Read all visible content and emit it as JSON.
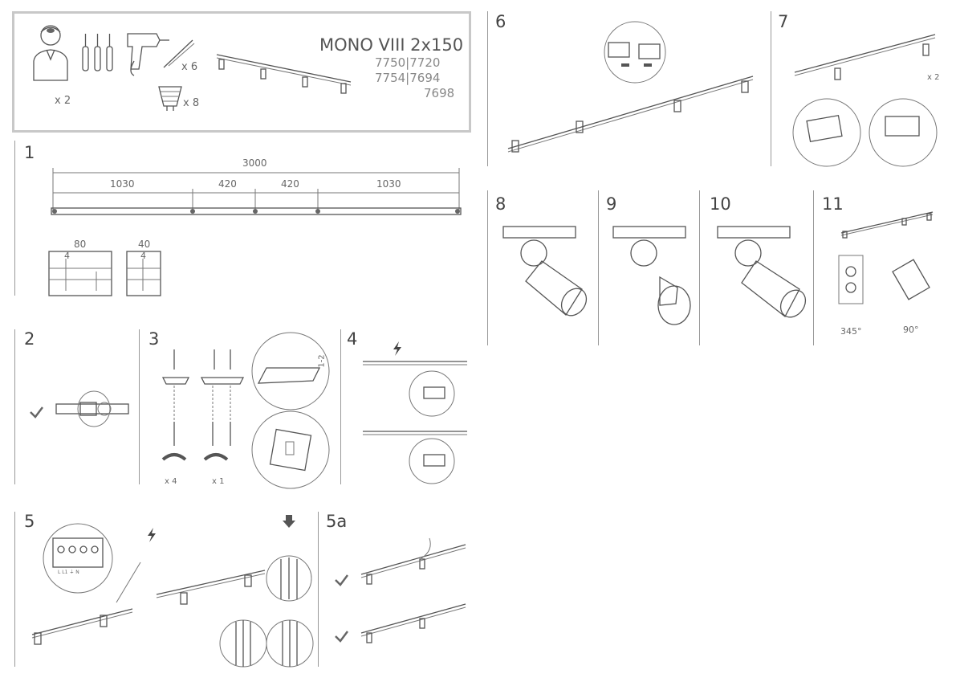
{
  "header": {
    "product_name": "MONO VIII 2x150",
    "codes_line1": "7750|7720",
    "codes_line2": "7754|7694",
    "codes_line3": "7698",
    "installers_count": "x 2",
    "anchors_count": "x 6",
    "bulbs_count": "x 8"
  },
  "steps": {
    "s1": {
      "label": "1",
      "dim_total": "3000",
      "dim_a": "1030",
      "dim_b": "420",
      "dim_c": "420",
      "dim_d": "1030",
      "detail_a_width": "80",
      "detail_a_depth": "4",
      "detail_b_width": "40",
      "detail_b_depth": "4"
    },
    "s2": {
      "label": "2"
    },
    "s3": {
      "label": "3",
      "qty_a": "x 4",
      "qty_b": "x 1",
      "gap": "1-2"
    },
    "s4": {
      "label": "4"
    },
    "s5": {
      "label": "5",
      "terminal_labels": "L   L1  ⏚   N"
    },
    "s5a": {
      "label": "5a"
    },
    "s6": {
      "label": "6"
    },
    "s7": {
      "label": "7",
      "qty": "x 2"
    },
    "s8": {
      "label": "8"
    },
    "s9": {
      "label": "9"
    },
    "s10": {
      "label": "10"
    },
    "s11": {
      "label": "11",
      "angle_rotate": "345°",
      "angle_tilt": "90°"
    }
  },
  "colors": {
    "line": "#777777",
    "frame": "#c8c8c8",
    "text": "#555555"
  }
}
